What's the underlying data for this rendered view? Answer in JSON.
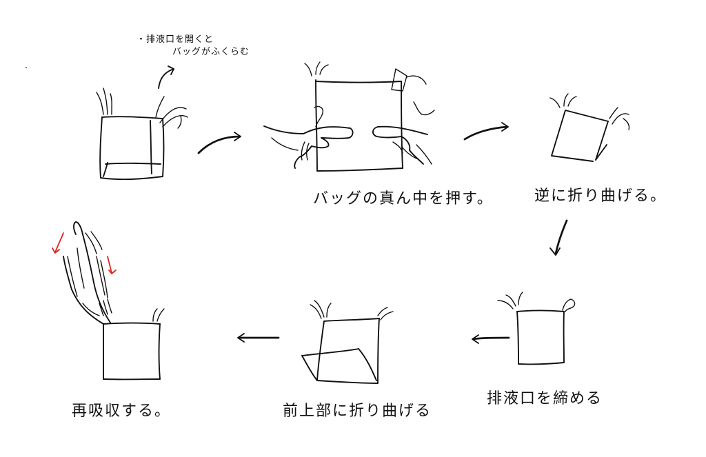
{
  "notes": {
    "drain_hint_line1": "・排液口を開くと",
    "drain_hint_line2": "バッグがふくらむ"
  },
  "steps": [
    {
      "label": "バッグの真ん中を押す。"
    },
    {
      "label": "逆に折り曲げる。"
    },
    {
      "label": "排液口を締める"
    },
    {
      "label": "前上部に折り曲げる"
    },
    {
      "label": "再吸収する。"
    }
  ],
  "colors": {
    "ink": "#111111",
    "accent": "#e0231e"
  }
}
